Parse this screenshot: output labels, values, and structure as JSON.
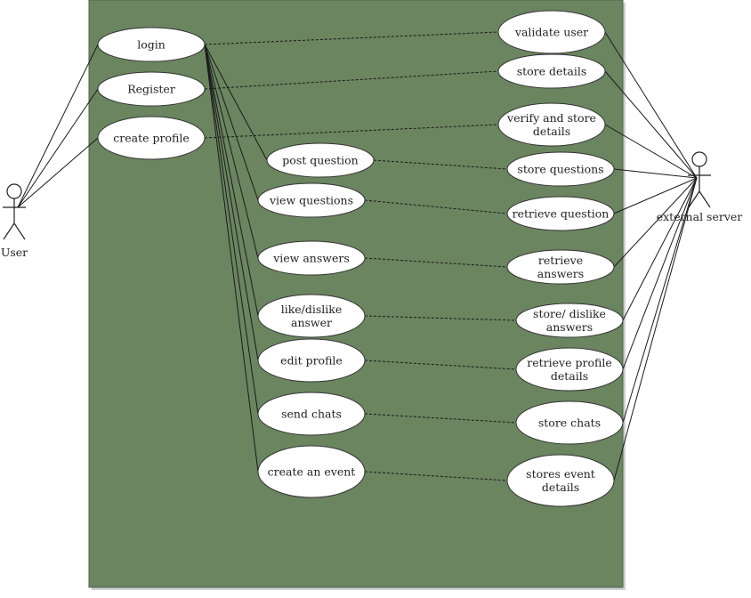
{
  "actors": {
    "user": "User",
    "server": "external server"
  },
  "use_cases_left": [
    {
      "id": "login",
      "lines": [
        "login"
      ]
    },
    {
      "id": "register",
      "lines": [
        "Register"
      ]
    },
    {
      "id": "create-profile",
      "lines": [
        "create profile"
      ]
    },
    {
      "id": "post-question",
      "lines": [
        "post question"
      ]
    },
    {
      "id": "view-questions",
      "lines": [
        "view questions"
      ]
    },
    {
      "id": "view-answers",
      "lines": [
        "view answers"
      ]
    },
    {
      "id": "like-dislike-answer",
      "lines": [
        "like/dislike",
        "answer"
      ]
    },
    {
      "id": "edit-profile",
      "lines": [
        "edit profile"
      ]
    },
    {
      "id": "send-chats",
      "lines": [
        "send chats"
      ]
    },
    {
      "id": "create-event",
      "lines": [
        "create an event"
      ]
    }
  ],
  "use_cases_right": [
    {
      "id": "validate-user",
      "lines": [
        "validate user"
      ]
    },
    {
      "id": "store-details",
      "lines": [
        "store details"
      ]
    },
    {
      "id": "verify-store-details",
      "lines": [
        "verify and store",
        "details"
      ]
    },
    {
      "id": "store-questions",
      "lines": [
        "store questions"
      ]
    },
    {
      "id": "retrieve-question",
      "lines": [
        "retrieve question"
      ]
    },
    {
      "id": "retrieve-answers",
      "lines": [
        "retrieve",
        "answers"
      ]
    },
    {
      "id": "store-dislike-answers",
      "lines": [
        "store/ dislike",
        "answers"
      ]
    },
    {
      "id": "retrieve-profile-details",
      "lines": [
        "retrieve profile",
        "details"
      ]
    },
    {
      "id": "store-chats",
      "lines": [
        "store chats"
      ]
    },
    {
      "id": "stores-event-details",
      "lines": [
        "stores event",
        "details"
      ]
    }
  ],
  "colors": {
    "system_boundary": "#6b8560",
    "ellipse_fill": "#ffffff",
    "line": "#1a1a1a"
  }
}
